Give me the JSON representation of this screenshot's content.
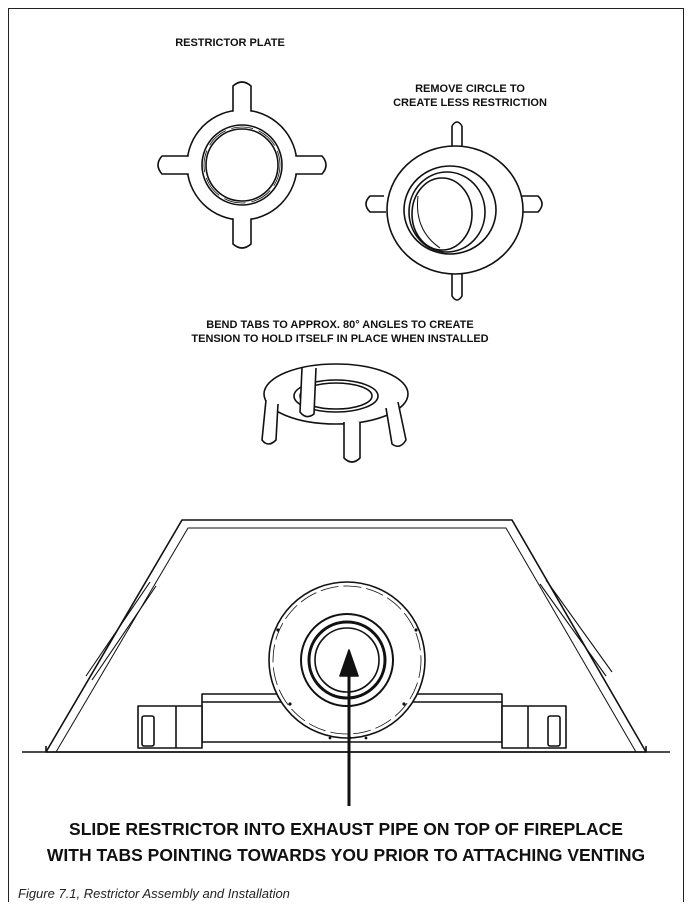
{
  "labels": {
    "restrictor_plate": "RESTRICTOR PLATE",
    "remove_circle": [
      "REMOVE CIRCLE TO",
      "CREATE LESS RESTRICTION"
    ],
    "bend_tabs": [
      "BEND TABS TO APPROX. 80° ANGLES TO CREATE",
      "TENSION TO HOLD ITSELF IN PLACE WHEN INSTALLED"
    ],
    "instruction": [
      "SLIDE RESTRICTOR INTO EXHAUST PIPE ON TOP OF FIREPLACE",
      "WITH TABS POINTING TOWARDS YOU PRIOR TO ATTACHING VENTING"
    ]
  },
  "caption": "Figure 7.1, Restrictor Assembly and Installation",
  "colors": {
    "line": "#111111",
    "background": "#ffffff"
  }
}
